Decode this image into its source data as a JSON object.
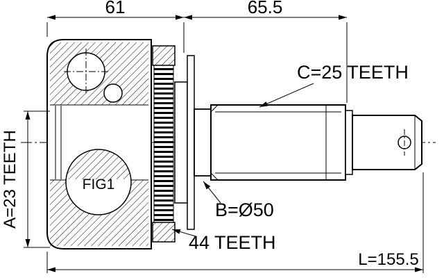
{
  "figure": {
    "label": "FIG1"
  },
  "dimensions": {
    "housing_width": "61",
    "shaft_section": "65.5",
    "overall_length": "L=155.5",
    "inner_spline_teeth": "A=23 TEETH"
  },
  "callouts": {
    "outer_spline_teeth": "C=25 TEETH",
    "ring_diameter": "B=Ø50",
    "abs_ring_teeth": "44 TEETH"
  },
  "colors": {
    "line": "#000000",
    "background": "#ffffff"
  }
}
